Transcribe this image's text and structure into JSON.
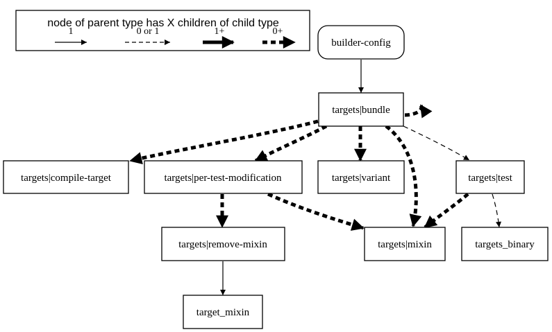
{
  "legend": {
    "title": "node of parent type has X children of child type",
    "items": [
      {
        "label": "1",
        "style": "single"
      },
      {
        "label": "0 or 1",
        "style": "optional"
      },
      {
        "label": "1+",
        "style": "many"
      },
      {
        "label": "0+",
        "style": "optional-many"
      }
    ]
  },
  "nodes": {
    "builder_config": "builder-config",
    "bundle": "targets|bundle",
    "compile_target": "targets|compile-target",
    "per_test_modification": "targets|per-test-modification",
    "variant": "targets|variant",
    "test": "targets|test",
    "remove_mixin": "targets|remove-mixin",
    "mixin": "targets|mixin",
    "binary": "targets_binary",
    "target_mixin": "target_mixin"
  },
  "edges": [
    {
      "from": "builder_config",
      "to": "bundle",
      "style": "single"
    },
    {
      "from": "bundle",
      "to": "bundle",
      "style": "optional-many"
    },
    {
      "from": "bundle",
      "to": "compile_target",
      "style": "optional-many"
    },
    {
      "from": "bundle",
      "to": "per_test_modification",
      "style": "optional-many"
    },
    {
      "from": "bundle",
      "to": "variant",
      "style": "optional-many"
    },
    {
      "from": "bundle",
      "to": "mixin",
      "style": "optional-many"
    },
    {
      "from": "bundle",
      "to": "test",
      "style": "optional"
    },
    {
      "from": "per_test_modification",
      "to": "remove_mixin",
      "style": "optional-many"
    },
    {
      "from": "per_test_modification",
      "to": "mixin",
      "style": "optional-many"
    },
    {
      "from": "test",
      "to": "mixin",
      "style": "optional-many"
    },
    {
      "from": "test",
      "to": "binary",
      "style": "optional"
    },
    {
      "from": "remove_mixin",
      "to": "target_mixin",
      "style": "single"
    }
  ],
  "colors": {
    "stroke": "#000000",
    "background": "#ffffff"
  }
}
